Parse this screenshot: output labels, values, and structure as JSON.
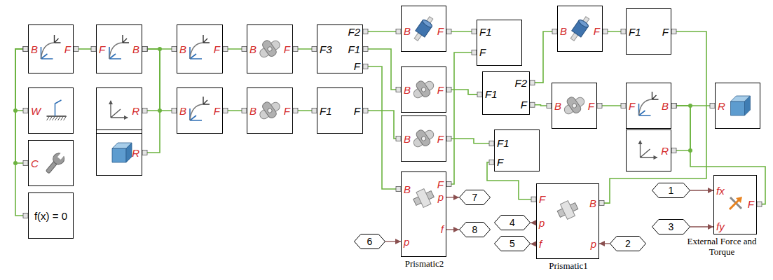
{
  "diagram": {
    "nodes": [
      {
        "text": [
          "B",
          "F"
        ]
      },
      {
        "text": [
          "F",
          "B"
        ]
      },
      {
        "text": [
          "B",
          "F"
        ]
      },
      {
        "text": [
          "B",
          "F"
        ]
      },
      {
        "text": [
          "F2",
          "F3",
          "F1",
          "F"
        ]
      },
      {
        "text": [
          "B",
          "F"
        ]
      },
      {
        "text": [
          "F1",
          "F"
        ]
      },
      {
        "text": [
          "B",
          "F"
        ]
      },
      {
        "text": [
          "F1",
          "F"
        ]
      },
      {
        "text": [
          "W"
        ]
      },
      {
        "text": [
          "R"
        ]
      },
      {
        "text": [
          "B",
          "F"
        ]
      },
      {
        "text": [
          "B",
          "F"
        ]
      },
      {
        "text": [
          "F1",
          "F"
        ]
      },
      {
        "text": [
          "B",
          "F"
        ]
      },
      {
        "text": [
          "F2",
          "F1",
          "F"
        ]
      },
      {
        "text": [
          "B",
          "F"
        ]
      },
      {
        "text": [
          "F",
          "B"
        ]
      },
      {
        "text": [
          "R"
        ]
      },
      {
        "text": [
          "C"
        ]
      },
      {
        "text": [
          "R"
        ]
      },
      {
        "text": [
          "B",
          "F"
        ]
      },
      {
        "text": [
          "F1",
          "F"
        ]
      },
      {
        "text": [
          "R"
        ]
      },
      {
        "text": [
          "f(x) = 0"
        ]
      },
      {
        "text": [
          "B",
          "F",
          "p",
          "p",
          "f",
          "Prismatic2"
        ]
      },
      {
        "text": [
          "F",
          "B",
          "p",
          "f",
          "p",
          "Prismatic1"
        ]
      },
      {
        "text": [
          "fx",
          "fy",
          "F",
          "External Force and Torque"
        ]
      },
      {
        "text": [
          "1"
        ]
      },
      {
        "text": [
          "3"
        ]
      },
      {
        "text": [
          "7"
        ]
      },
      {
        "text": [
          "8"
        ]
      },
      {
        "text": [
          "6"
        ]
      },
      {
        "text": [
          "4"
        ]
      },
      {
        "text": [
          "5"
        ]
      },
      {
        "text": [
          "2"
        ]
      }
    ],
    "edges": [
      {
        "from": 0,
        "to": 9,
        "arrow": "none"
      },
      {
        "from": 0,
        "to": 19,
        "arrow": "none"
      },
      {
        "from": 0,
        "to": 24,
        "arrow": "none"
      },
      {
        "from": 0,
        "to": 1,
        "arrow": "none"
      },
      {
        "from": 1,
        "to": 2,
        "arrow": "none"
      },
      {
        "from": 1,
        "to": 10,
        "arrow": "none"
      },
      {
        "from": 1,
        "to": 11,
        "arrow": "none"
      },
      {
        "from": 1,
        "to": 20,
        "arrow": "none"
      },
      {
        "from": 2,
        "to": 3,
        "arrow": "none"
      },
      {
        "from": 3,
        "to": 4,
        "arrow": "none"
      },
      {
        "from": 4,
        "to": 5,
        "arrow": "none"
      },
      {
        "from": 4,
        "to": 14,
        "arrow": "none"
      },
      {
        "from": 4,
        "to": 25,
        "arrow": "none"
      },
      {
        "from": 5,
        "to": 6,
        "arrow": "none"
      },
      {
        "from": 6,
        "to": 25,
        "arrow": "none"
      },
      {
        "from": 14,
        "to": 15,
        "arrow": "none"
      },
      {
        "from": 15,
        "to": 7,
        "arrow": "none"
      },
      {
        "from": 7,
        "to": 8,
        "arrow": "none"
      },
      {
        "from": 8,
        "to": 26,
        "arrow": "none"
      },
      {
        "from": 15,
        "to": 16,
        "arrow": "none"
      },
      {
        "from": 16,
        "to": 17,
        "arrow": "none"
      },
      {
        "from": 17,
        "to": 18,
        "arrow": "none"
      },
      {
        "from": 17,
        "to": 23,
        "arrow": "none"
      },
      {
        "from": 17,
        "to": 27,
        "arrow": "none"
      },
      {
        "from": 11,
        "to": 12,
        "arrow": "none"
      },
      {
        "from": 12,
        "to": 13,
        "arrow": "none"
      },
      {
        "from": 13,
        "to": 21,
        "arrow": "none"
      },
      {
        "from": 21,
        "to": 22,
        "arrow": "none"
      },
      {
        "from": 22,
        "to": 26,
        "arrow": "none"
      },
      {
        "from": 25,
        "to": 30,
        "arrow": "to"
      },
      {
        "from": 25,
        "to": 31,
        "arrow": "to"
      },
      {
        "from": 32,
        "to": 25,
        "arrow": "to"
      },
      {
        "from": 26,
        "to": 33,
        "arrow": "to"
      },
      {
        "from": 26,
        "to": 34,
        "arrow": "to"
      },
      {
        "from": 35,
        "to": 26,
        "arrow": "to"
      },
      {
        "from": 28,
        "to": 27,
        "arrow": "to"
      },
      {
        "from": 29,
        "to": 27,
        "arrow": "to"
      }
    ]
  }
}
